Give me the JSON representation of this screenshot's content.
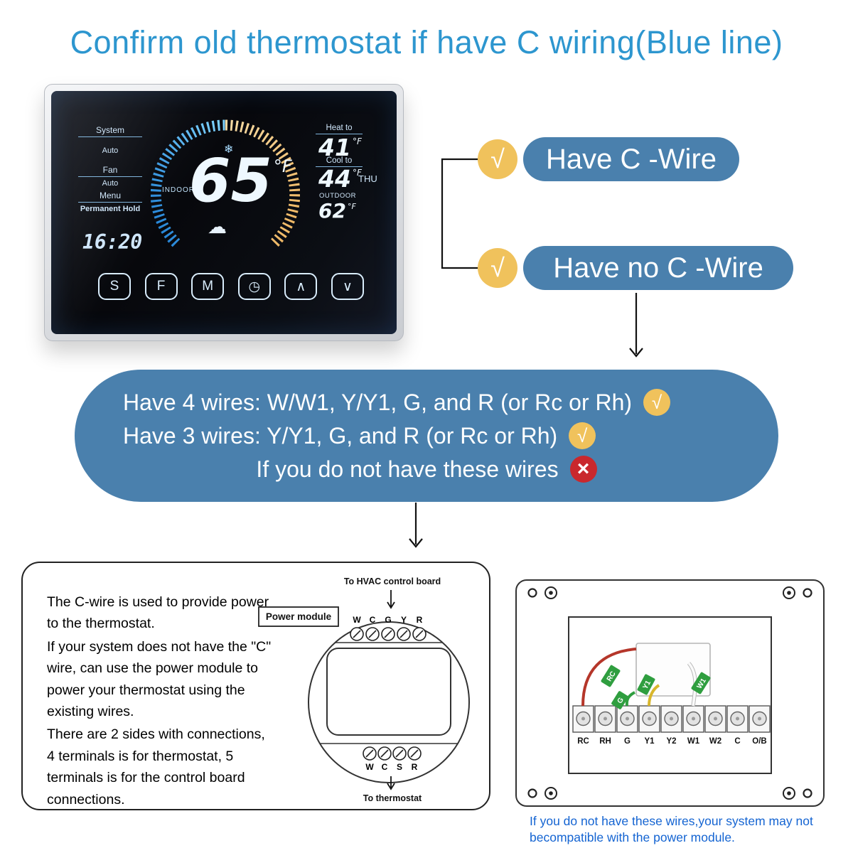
{
  "title": "Confirm old thermostat if have C wiring(Blue line)",
  "icons": {
    "check": "√",
    "cross": "×",
    "cloud": "☁",
    "snowflake": "❄"
  },
  "thermostat": {
    "menu": [
      {
        "label": "System"
      },
      {
        "label": "Auto"
      },
      {
        "label": "Fan"
      },
      {
        "label": "Auto"
      },
      {
        "label": "Menu"
      },
      {
        "label": "Permanent Hold"
      }
    ],
    "time": "16:20",
    "indoor_label": "INDOOR",
    "temp": "65",
    "unit": "°F",
    "heat_label": "Heat to",
    "heat_value": "41",
    "cool_label": "Cool to",
    "cool_value": "44",
    "day": "THU",
    "outdoor_label": "OUTDOOR",
    "outdoor_value": "62",
    "buttons": [
      {
        "glyph": "S"
      },
      {
        "glyph": "F"
      },
      {
        "glyph": "M"
      },
      {
        "glyph": "◷"
      },
      {
        "glyph": "∧"
      },
      {
        "glyph": "∨"
      }
    ]
  },
  "options": {
    "have_c": "Have C -Wire",
    "have_no_c": "Have no C -Wire"
  },
  "wirebox": {
    "row1": "Have 4 wires: W/W1, Y/Y1, G, and R (or Rc or Rh)",
    "row2": "Have 3 wires: Y/Y1, G, and R (or Rc or Rh)",
    "row3": "If you do not have these wires"
  },
  "cwire_panel": {
    "p1": "The C-wire is used to provide power to the thermostat.",
    "p2": "If your system does not have the \"C\" wire, can use the power module to power your thermostat using the existing wires.",
    "p3": "There are 2 sides with connections, 4 terminals is for thermostat, 5 terminals is for the control board connections.",
    "to_hvac": "To HVAC control board",
    "module_label": "Power module",
    "top_terminals": [
      "W",
      "C",
      "G",
      "Y",
      "R"
    ],
    "bottom_terminals": [
      "W",
      "C",
      "S",
      "R"
    ],
    "to_thermostat": "To thermostat"
  },
  "board_panel": {
    "terminals": [
      "RC",
      "RH",
      "G",
      "Y1",
      "Y2",
      "W1",
      "W2",
      "C",
      "O/B"
    ],
    "wire_tags": [
      "RC",
      "G",
      "Y1",
      "W1"
    ],
    "caption": "If you do not have these wires,your system may not becompatible with the power module."
  },
  "colors": {
    "title": "#2d96cf",
    "pill_bg": "#4a80ad",
    "box_bg": "#4a80ad",
    "check_bg": "#f0c25c",
    "cross_bg": "#c9282d",
    "caption": "#1464d2",
    "wire_red": "#b5362a",
    "wire_green": "#2f9e3f",
    "wire_yellow": "#d8b62c",
    "wire_white": "#fafafa"
  }
}
